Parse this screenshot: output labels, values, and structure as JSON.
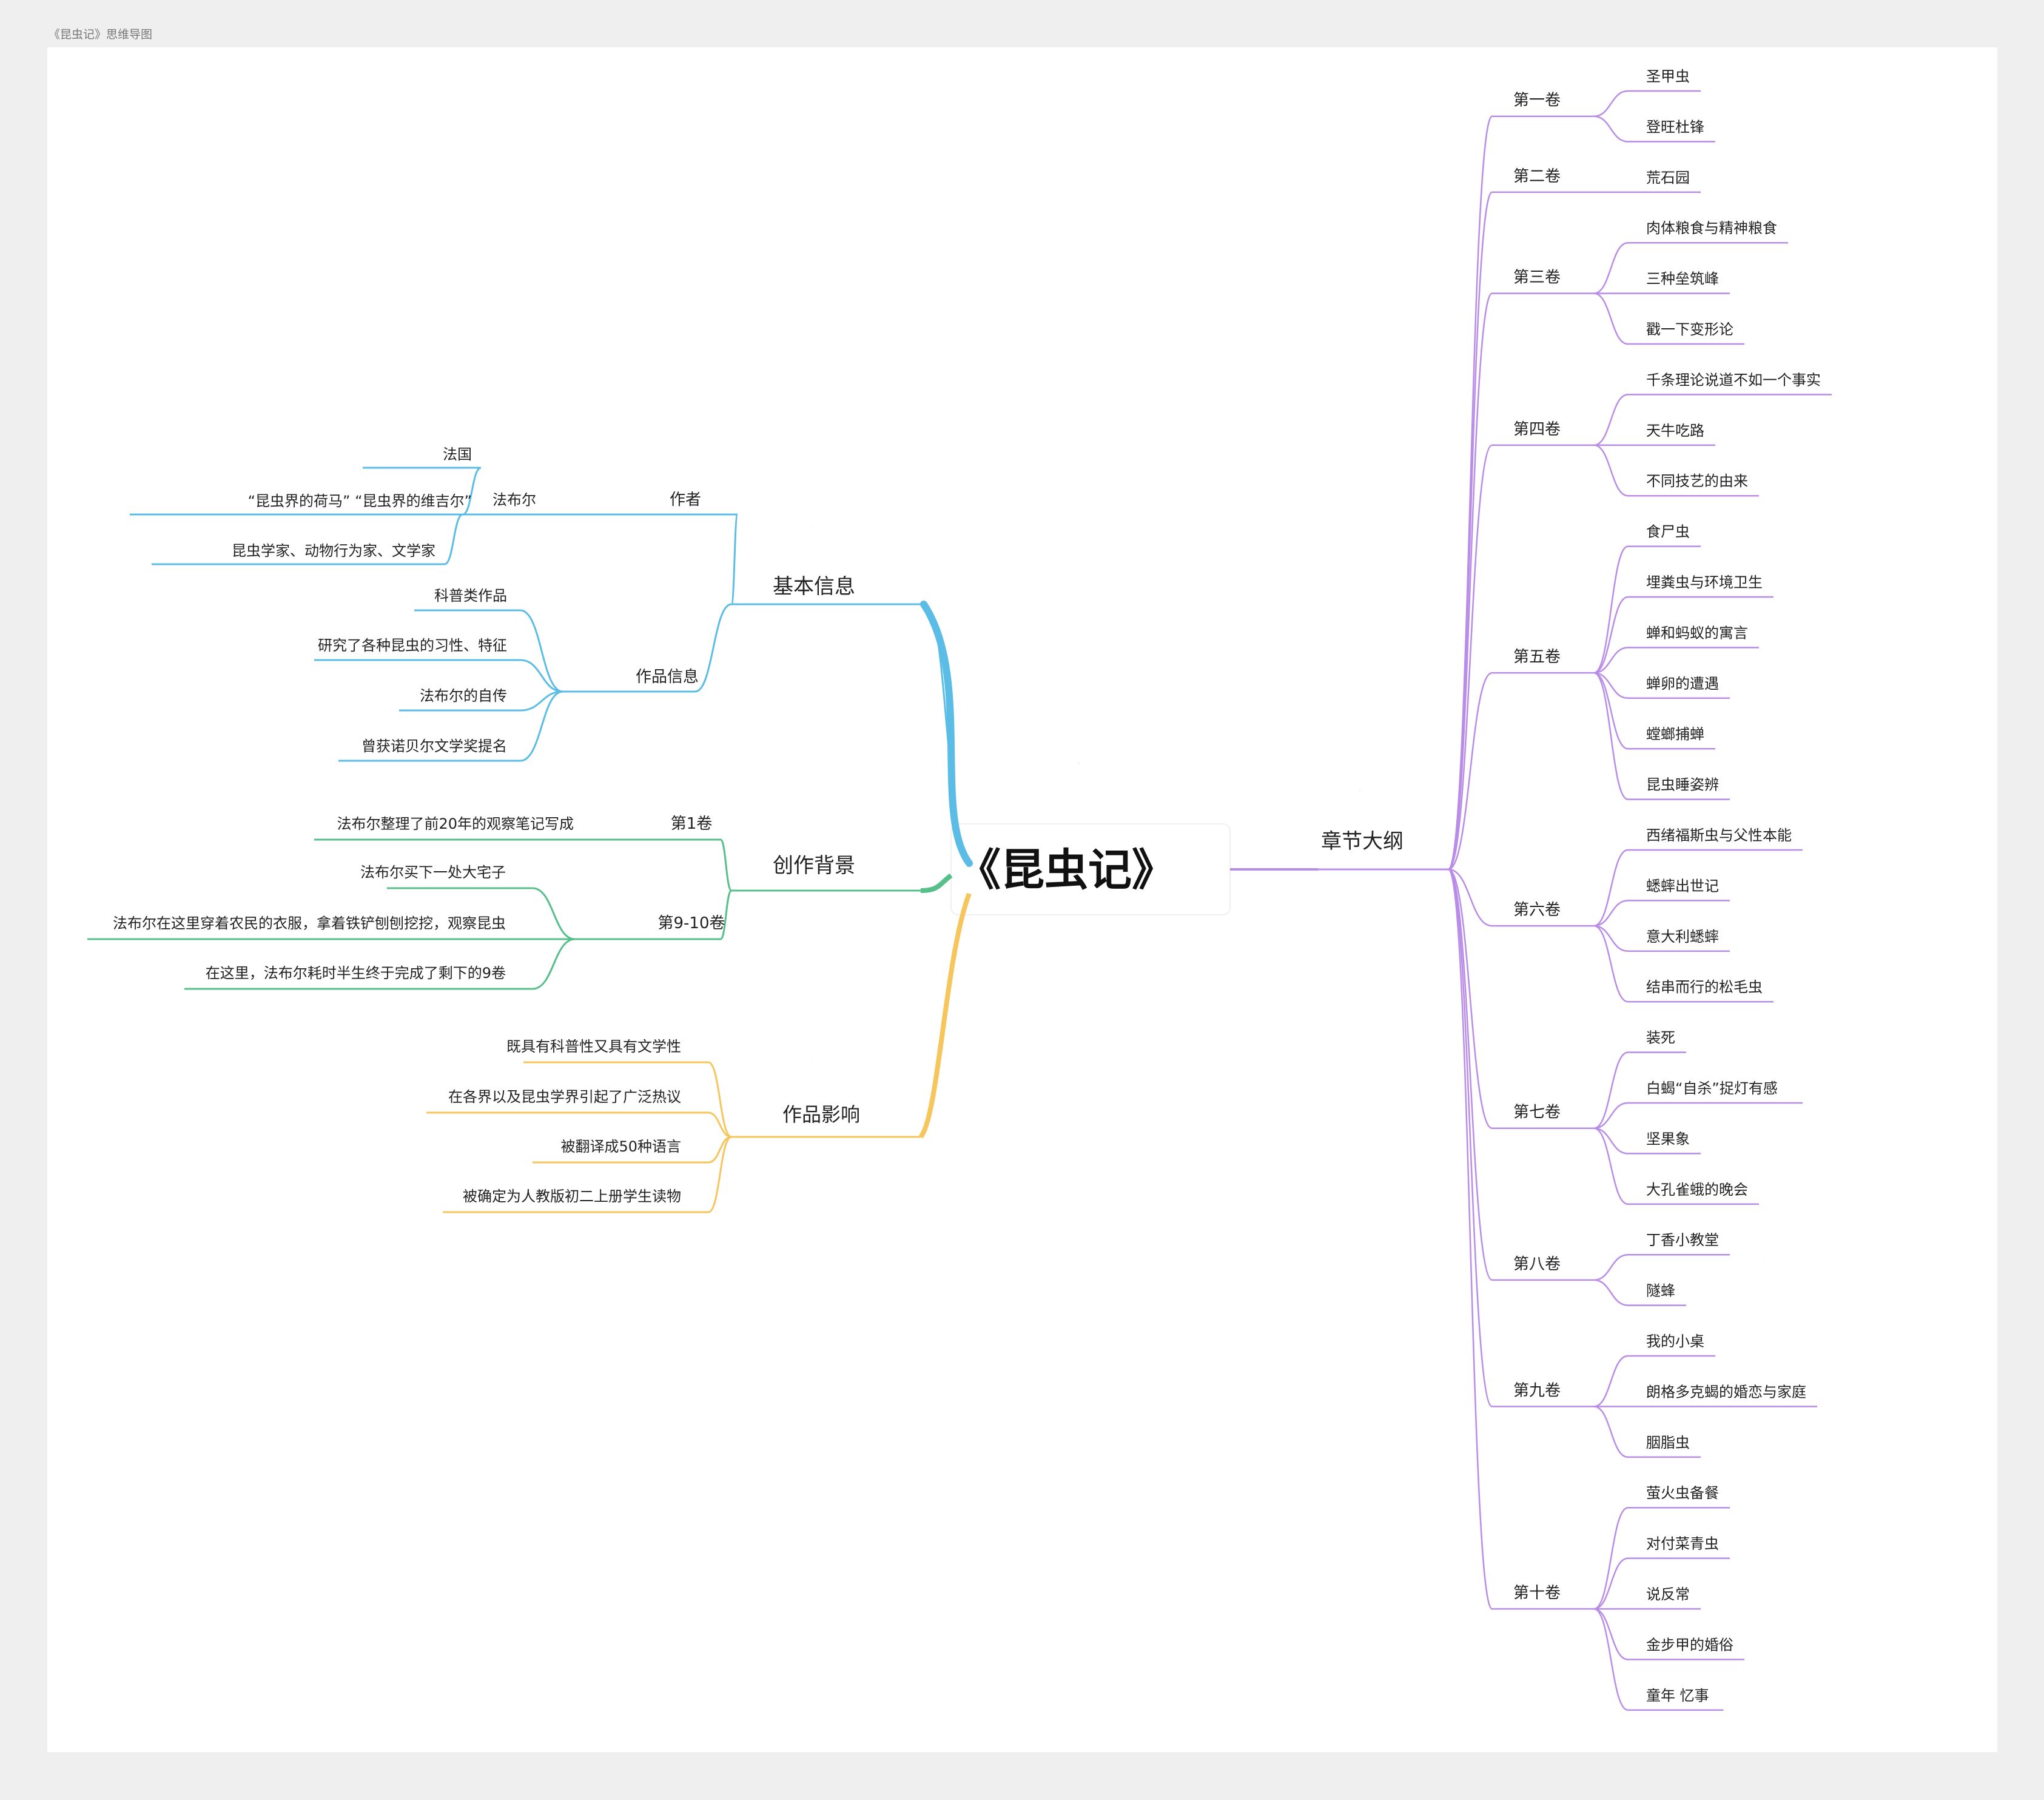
{
  "page_title": "《昆虫记》思维导图",
  "central": {
    "label": "《昆虫记》",
    "icon": "mosquito-icon"
  },
  "colors": {
    "basic_info": "#5bbde6",
    "background": "#57c08a",
    "influence": "#f6c65d",
    "outline": "#b98ce8",
    "central_trunk_blue": "#5bbde6",
    "central_trunk_green": "#57c08a",
    "central_trunk_yellow": "#f6c65d"
  },
  "left_branches": [
    {
      "id": "basic",
      "label": "基本信息",
      "icon": "clipboard-icon",
      "color_key": "basic_info",
      "children": [
        {
          "label": "作者",
          "icon": "pen-icon",
          "children": [
            {
              "label": "法布尔",
              "children": [
                {
                  "label": "法国"
                },
                {
                  "label": "“昆虫界的荷马” “昆虫界的维吉尔”"
                },
                {
                  "label": "昆虫学家、动物行为家、文学家",
                  "icon": "glasses-icon"
                }
              ]
            }
          ]
        },
        {
          "label": "作品信息",
          "icon": "chat-bubble-icon",
          "children": [
            {
              "label": "科普类作品"
            },
            {
              "label": "研究了各种昆虫的习性、特征",
              "icon": "beetle-icon"
            },
            {
              "label": "法布尔的自传"
            },
            {
              "label": "曾获诺贝尔文学奖提名"
            }
          ]
        }
      ]
    },
    {
      "id": "background",
      "label": "创作背景",
      "icon": "lightbulb-icon",
      "color_key": "background",
      "children": [
        {
          "label": "第1卷",
          "children": [
            {
              "label": "法布尔整理了前20年的观察笔记写成",
              "icon": "notebook-icon"
            }
          ]
        },
        {
          "label": "第9-10卷",
          "children": [
            {
              "label": "法布尔买下一处大宅子",
              "icon": "house-icon"
            },
            {
              "label": "法布尔在这里穿着农民的衣服，拿着铁铲刨刨挖挖，观察昆虫"
            },
            {
              "label": "在这里，法布尔耗时半生终于完成了剩下的9卷",
              "icon": "cicada-icon"
            }
          ]
        }
      ]
    },
    {
      "id": "influence",
      "label": "作品影响",
      "icon": "exclamation-icon",
      "color_key": "influence",
      "children": [
        {
          "label": "既具有科普性又具有文学性"
        },
        {
          "label": "在各界以及昆虫学界引起了广泛热议",
          "icon": "discussion-icon"
        },
        {
          "label": "被翻译成50种语言",
          "icon": "translate-icon",
          "icon_text": "译"
        },
        {
          "label": "被确定为人教版初二上册学生读物",
          "icon": "music-book-icon"
        }
      ]
    }
  ],
  "right_branch": {
    "label": "章节大纲",
    "icon": "server-list-icon",
    "color_key": "outline",
    "volumes": [
      {
        "label": "第一卷",
        "icon": "bee-icon",
        "chapters": [
          "圣甲虫",
          "登旺杜锋"
        ]
      },
      {
        "label": "第二卷",
        "icon": "stone-icon",
        "chapters": [
          "荒石园"
        ]
      },
      {
        "label": "第三卷",
        "icon": "wasp-icon",
        "chapters": [
          "肉体粮食与精神粮食",
          "三种垒筑峰",
          "戳一下变形论"
        ]
      },
      {
        "label": "第四卷",
        "chapters": [
          "千条理论说道不如一个事实",
          "天牛吃路",
          "不同技艺的由来"
        ]
      },
      {
        "label": "第五卷",
        "icon": "spider-icon",
        "chapters": [
          "食尸虫",
          "埋粪虫与环境卫生",
          "蝉和蚂蚁的寓言",
          "蝉卵的遭遇",
          "螳螂捕蝉",
          "昆虫睡姿辨"
        ]
      },
      {
        "label": "第六卷",
        "icon": "caterpillar-icon",
        "chapters": [
          "西绪福斯虫与父性本能",
          "蟋蟀出世记",
          "意大利蟋蟀",
          "结串而行的松毛虫"
        ]
      },
      {
        "label": "第七卷",
        "icon": "lamp-icon",
        "chapters": [
          "装死",
          "白蝎“自杀”捉灯有感",
          "坚果象",
          "大孔雀蛾的晚会"
        ]
      },
      {
        "label": "第八卷",
        "icon": "star-badge-icon",
        "chapters": [
          "丁香小教堂",
          "隧蜂"
        ]
      },
      {
        "label": "第九卷",
        "chapters": [
          "我的小桌",
          "朗格多克蝎的婚恋与家庭",
          "胭脂虫"
        ]
      },
      {
        "label": "第十卷",
        "icon": "scorpion-icon",
        "chapters": [
          "萤火虫备餐",
          "对付菜青虫",
          "说反常",
          "金步甲的婚俗",
          "童年 忆事"
        ]
      }
    ]
  }
}
